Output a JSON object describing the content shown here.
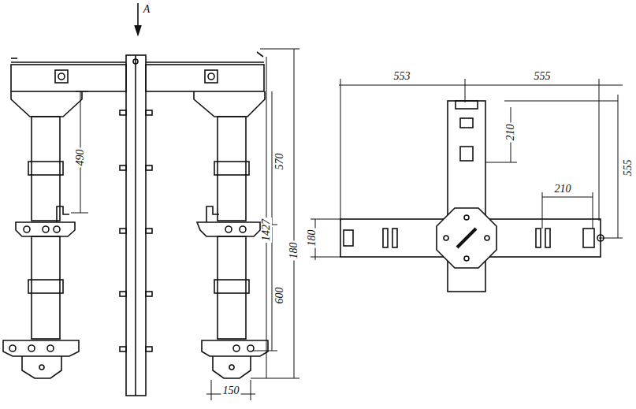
{
  "diagram": {
    "labels": [
      "A",
      "490",
      "570",
      "1427",
      "180",
      "600",
      "150",
      "553",
      "555",
      "210",
      "210",
      "180",
      "555"
    ]
  }
}
